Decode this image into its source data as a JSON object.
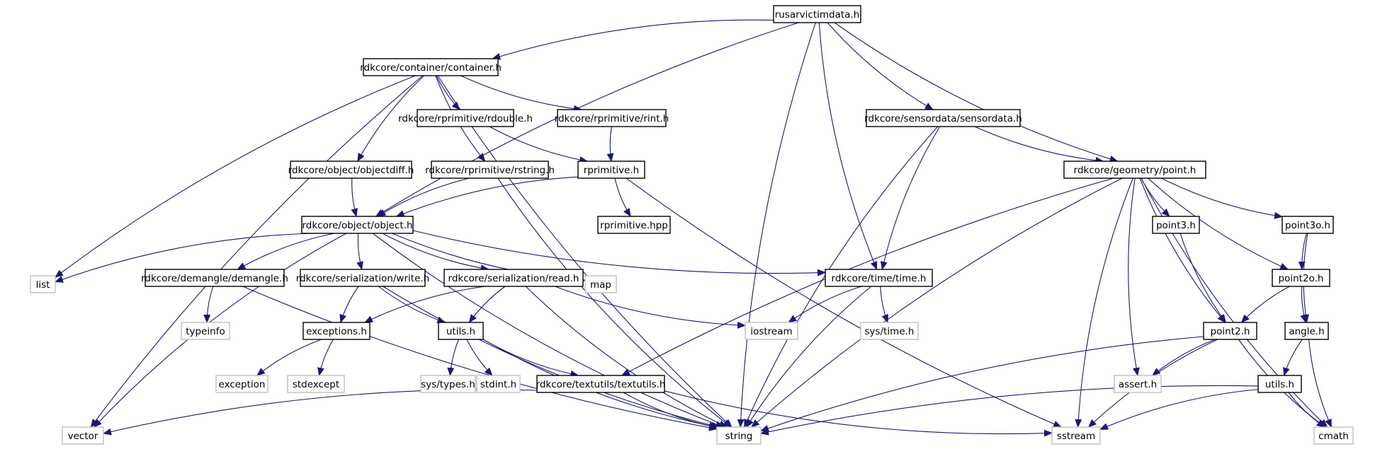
{
  "colors": {
    "edge": "#191970",
    "node_border": "#000000",
    "external_border": "#bfbfbf",
    "root_fill": "#bfbfbf",
    "text": "#000000"
  },
  "nodes": [
    {
      "id": "root",
      "label": "rusarvictimdata.h",
      "kind": "root"
    },
    {
      "id": "container",
      "label": "rdkcore/container/container.h",
      "kind": "file"
    },
    {
      "id": "sensordata",
      "label": "rdkcore/sensordata/sensordata.h",
      "kind": "file"
    },
    {
      "id": "rdouble",
      "label": "rdkcore/rprimitive/rdouble.h",
      "kind": "file"
    },
    {
      "id": "rint",
      "label": "rdkcore/rprimitive/rint.h",
      "kind": "file"
    },
    {
      "id": "objectdiff",
      "label": "rdkcore/object/objectdiff.h",
      "kind": "file"
    },
    {
      "id": "rstring",
      "label": "rdkcore/rprimitive/rstring.h",
      "kind": "file"
    },
    {
      "id": "rprimitive",
      "label": "rprimitive.h",
      "kind": "file"
    },
    {
      "id": "point",
      "label": "rdkcore/geometry/point.h",
      "kind": "file"
    },
    {
      "id": "object",
      "label": "rdkcore/object/object.h",
      "kind": "file"
    },
    {
      "id": "rprimhpp",
      "label": "rprimitive.hpp",
      "kind": "file"
    },
    {
      "id": "point3",
      "label": "point3.h",
      "kind": "file"
    },
    {
      "id": "point3o",
      "label": "point3o.h",
      "kind": "file"
    },
    {
      "id": "list",
      "label": "list",
      "kind": "external"
    },
    {
      "id": "demangle",
      "label": "rdkcore/demangle/demangle.h",
      "kind": "file"
    },
    {
      "id": "write",
      "label": "rdkcore/serialization/write.h",
      "kind": "file"
    },
    {
      "id": "read",
      "label": "rdkcore/serialization/read.h",
      "kind": "file"
    },
    {
      "id": "map",
      "label": "map",
      "kind": "external"
    },
    {
      "id": "time",
      "label": "rdkcore/time/time.h",
      "kind": "file"
    },
    {
      "id": "point2o",
      "label": "point2o.h",
      "kind": "file"
    },
    {
      "id": "typeinfo",
      "label": "typeinfo",
      "kind": "external"
    },
    {
      "id": "exceptions",
      "label": "exceptions.h",
      "kind": "file"
    },
    {
      "id": "utils1",
      "label": "utils.h",
      "kind": "file"
    },
    {
      "id": "iostream",
      "label": "iostream",
      "kind": "external"
    },
    {
      "id": "systime",
      "label": "sys/time.h",
      "kind": "external"
    },
    {
      "id": "point2",
      "label": "point2.h",
      "kind": "file"
    },
    {
      "id": "angle",
      "label": "angle.h",
      "kind": "file"
    },
    {
      "id": "exception",
      "label": "exception",
      "kind": "external"
    },
    {
      "id": "stdexcept",
      "label": "stdexcept",
      "kind": "external"
    },
    {
      "id": "systypes",
      "label": "sys/types.h",
      "kind": "external"
    },
    {
      "id": "stdint",
      "label": "stdint.h",
      "kind": "external"
    },
    {
      "id": "textutils",
      "label": "rdkcore/textutils/textutils.h",
      "kind": "file"
    },
    {
      "id": "assert",
      "label": "assert.h",
      "kind": "external"
    },
    {
      "id": "utils2",
      "label": "utils.h",
      "kind": "file"
    },
    {
      "id": "vector",
      "label": "vector",
      "kind": "external"
    },
    {
      "id": "string",
      "label": "string",
      "kind": "external"
    },
    {
      "id": "sstream",
      "label": "sstream",
      "kind": "external"
    },
    {
      "id": "cmath",
      "label": "cmath",
      "kind": "external"
    }
  ],
  "edges": [
    [
      "root",
      "container"
    ],
    [
      "root",
      "object"
    ],
    [
      "root",
      "string"
    ],
    [
      "root",
      "time"
    ],
    [
      "root",
      "sensordata"
    ],
    [
      "root",
      "point"
    ],
    [
      "container",
      "list"
    ],
    [
      "container",
      "vector"
    ],
    [
      "container",
      "objectdiff"
    ],
    [
      "container",
      "rstring"
    ],
    [
      "container",
      "rdouble"
    ],
    [
      "container",
      "rint"
    ],
    [
      "container",
      "string"
    ],
    [
      "sensordata",
      "time"
    ],
    [
      "sensordata",
      "string"
    ],
    [
      "sensordata",
      "point"
    ],
    [
      "rdouble",
      "rprimitive"
    ],
    [
      "rint",
      "rprimitive"
    ],
    [
      "objectdiff",
      "object"
    ],
    [
      "rstring",
      "object"
    ],
    [
      "rstring",
      "string"
    ],
    [
      "rprimitive",
      "object"
    ],
    [
      "rprimitive",
      "rprimhpp"
    ],
    [
      "rprimitive",
      "sstream"
    ],
    [
      "object",
      "list"
    ],
    [
      "object",
      "vector"
    ],
    [
      "object",
      "string"
    ],
    [
      "object",
      "demangle"
    ],
    [
      "object",
      "write"
    ],
    [
      "object",
      "read"
    ],
    [
      "object",
      "map"
    ],
    [
      "object",
      "time"
    ],
    [
      "demangle",
      "typeinfo"
    ],
    [
      "demangle",
      "string"
    ],
    [
      "write",
      "exceptions"
    ],
    [
      "write",
      "utils1"
    ],
    [
      "write",
      "string"
    ],
    [
      "read",
      "exceptions"
    ],
    [
      "read",
      "utils1"
    ],
    [
      "read",
      "iostream"
    ],
    [
      "read",
      "string"
    ],
    [
      "time",
      "iostream"
    ],
    [
      "time",
      "systime"
    ],
    [
      "time",
      "string"
    ],
    [
      "exceptions",
      "exception"
    ],
    [
      "exceptions",
      "stdexcept"
    ],
    [
      "utils1",
      "systypes"
    ],
    [
      "utils1",
      "stdint"
    ],
    [
      "utils1",
      "textutils"
    ],
    [
      "utils1",
      "string"
    ],
    [
      "textutils",
      "vector"
    ],
    [
      "textutils",
      "string"
    ],
    [
      "textutils",
      "sstream"
    ],
    [
      "point",
      "textutils"
    ],
    [
      "point",
      "string"
    ],
    [
      "point",
      "sstream"
    ],
    [
      "point",
      "assert"
    ],
    [
      "point",
      "point3"
    ],
    [
      "point",
      "point3o"
    ],
    [
      "point",
      "point2o"
    ],
    [
      "point",
      "point2"
    ],
    [
      "point",
      "cmath"
    ],
    [
      "point3",
      "point2"
    ],
    [
      "point3o",
      "point2o"
    ],
    [
      "point3o",
      "angle"
    ],
    [
      "point2o",
      "point2"
    ],
    [
      "point2o",
      "angle"
    ],
    [
      "point2",
      "assert"
    ],
    [
      "point2",
      "string"
    ],
    [
      "point2",
      "sstream"
    ],
    [
      "point2",
      "cmath"
    ],
    [
      "angle",
      "utils2"
    ],
    [
      "angle",
      "cmath"
    ],
    [
      "utils2",
      "string"
    ],
    [
      "utils2",
      "sstream"
    ],
    [
      "utils2",
      "cmath"
    ]
  ]
}
